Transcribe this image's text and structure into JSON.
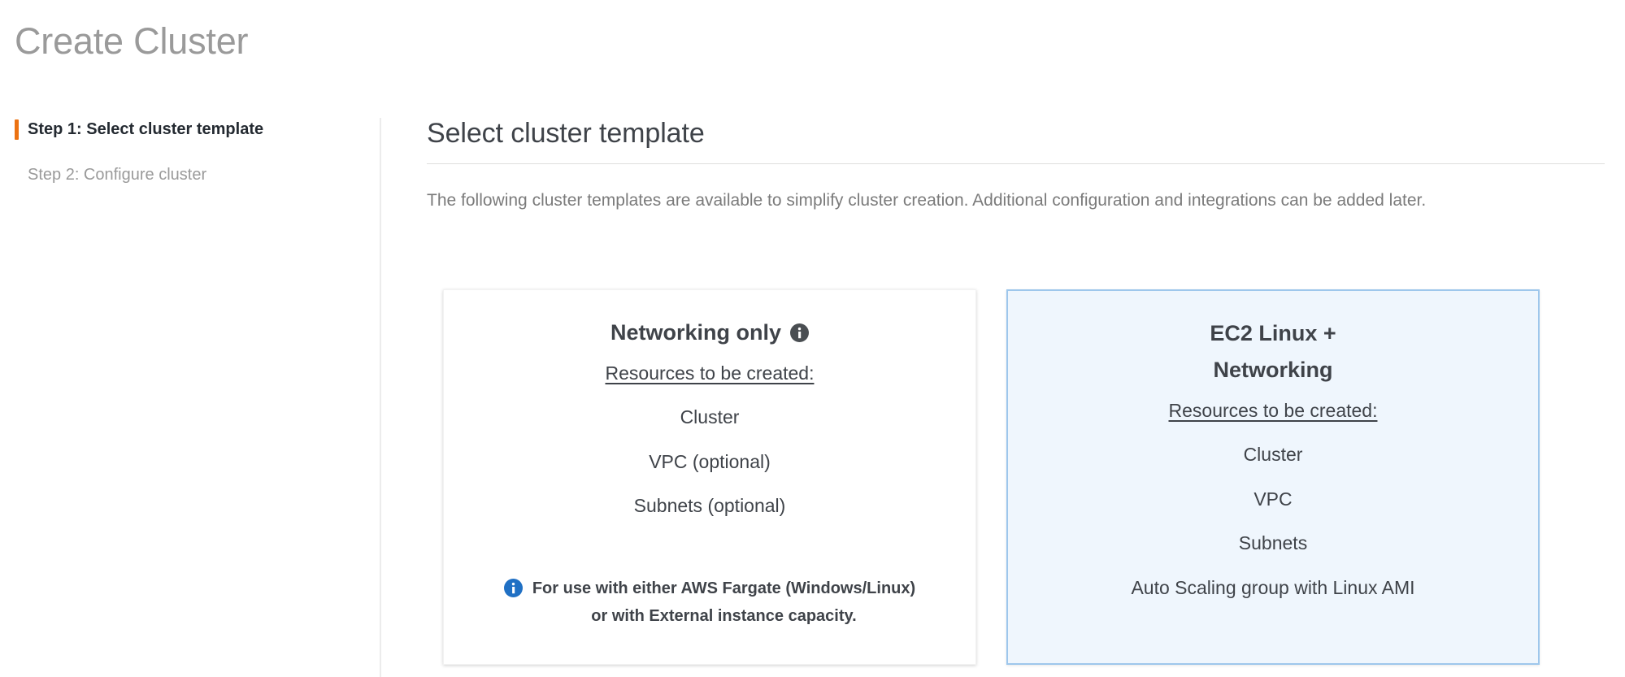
{
  "page": {
    "title": "Create Cluster"
  },
  "steps": {
    "items": [
      {
        "label": "Step 1: Select cluster template",
        "state": "active"
      },
      {
        "label": "Step 2: Configure cluster",
        "state": "inactive"
      }
    ]
  },
  "main": {
    "section_title": "Select cluster template",
    "description": "The following cluster templates are available to simplify cluster creation. Additional configuration and integrations can be added later."
  },
  "cards": [
    {
      "title": "Networking only",
      "has_title_info_icon": true,
      "title_info_icon": "info-icon",
      "resources_label": "Resources to be created:",
      "resources": [
        "Cluster",
        "VPC (optional)",
        "Subnets (optional)"
      ],
      "footnote_icon": "info-icon",
      "footnote": "For use with either AWS Fargate (Windows/Linux)\nor with External instance capacity.",
      "selected": false
    },
    {
      "title": "EC2 Linux +\nNetworking",
      "has_title_info_icon": false,
      "resources_label": "Resources to be created:",
      "resources": [
        "Cluster",
        "VPC",
        "Subnets",
        "Auto Scaling group with Linux AMI"
      ],
      "footnote": "",
      "selected": true
    }
  ],
  "colors": {
    "accent_orange": "#ec7211",
    "selected_card_bg": "#eff6fd",
    "selected_card_border": "#9ec7ec",
    "info_icon_blue": "#2070c4",
    "info_icon_dark": "#4a4e52",
    "title_gray": "#9a9a9a",
    "body_gray": "#7b7b7b",
    "text_dark": "#3f4349"
  }
}
